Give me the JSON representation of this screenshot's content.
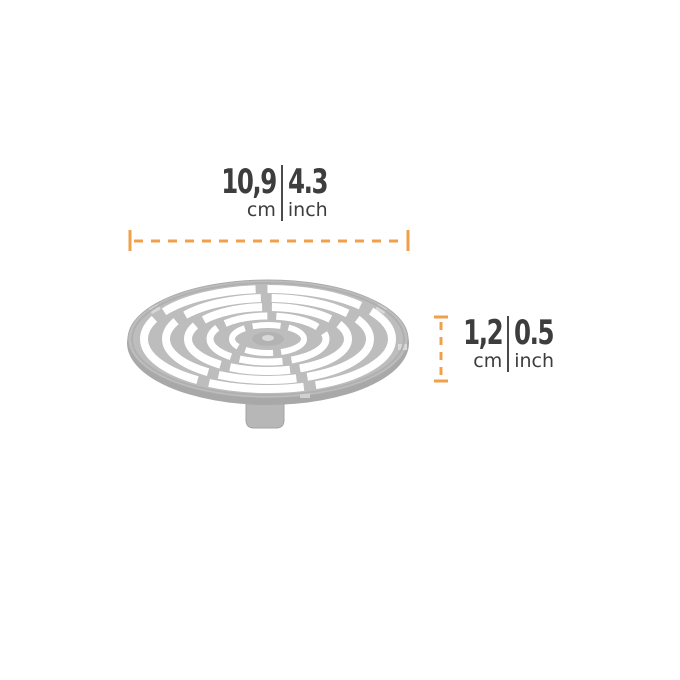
{
  "colors": {
    "dimension_line": "#f0a04b",
    "product": "#b9b9b9",
    "product_shadow": "#9c9c9c",
    "text": "#3d3d3d"
  },
  "width": {
    "metric_value": "10,9",
    "metric_unit": "cm",
    "imperial_value": "4.3",
    "imperial_unit": "inch"
  },
  "height": {
    "metric_value": "1,2",
    "metric_unit": "cm",
    "imperial_value": "0.5",
    "imperial_unit": "inch"
  }
}
